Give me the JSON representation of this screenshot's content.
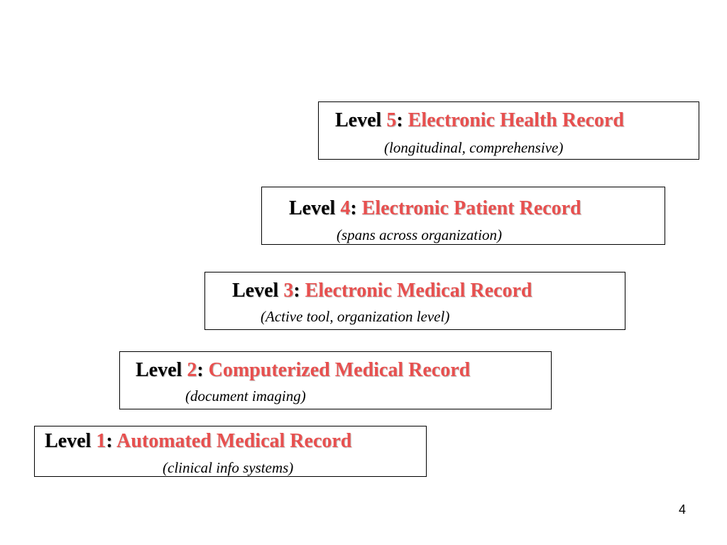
{
  "levels": [
    {
      "word": "Level",
      "number": "1",
      "colon": ":",
      "name": "Automated Medical Record",
      "subtitle": "(clinical info systems)"
    },
    {
      "word": "Level",
      "number": "2",
      "colon": ":",
      "name": "Computerized Medical Record",
      "subtitle": "(document imaging)"
    },
    {
      "word": "Level",
      "number": "3",
      "colon": ":",
      "name": "Electronic Medical Record",
      "subtitle": "(Active tool, organization level)"
    },
    {
      "word": "Level",
      "number": "4",
      "colon": ":",
      "name": "Electronic Patient Record",
      "subtitle": "(spans across organization)"
    },
    {
      "word": "Level",
      "number": "5",
      "colon": ":",
      "name": "Electronic Health Record",
      "subtitle": "(longitudinal, comprehensive)"
    }
  ],
  "page_number": "4",
  "colors": {
    "accent": "#e8504f",
    "text": "#000000",
    "border": "#000000",
    "background": "#ffffff"
  }
}
